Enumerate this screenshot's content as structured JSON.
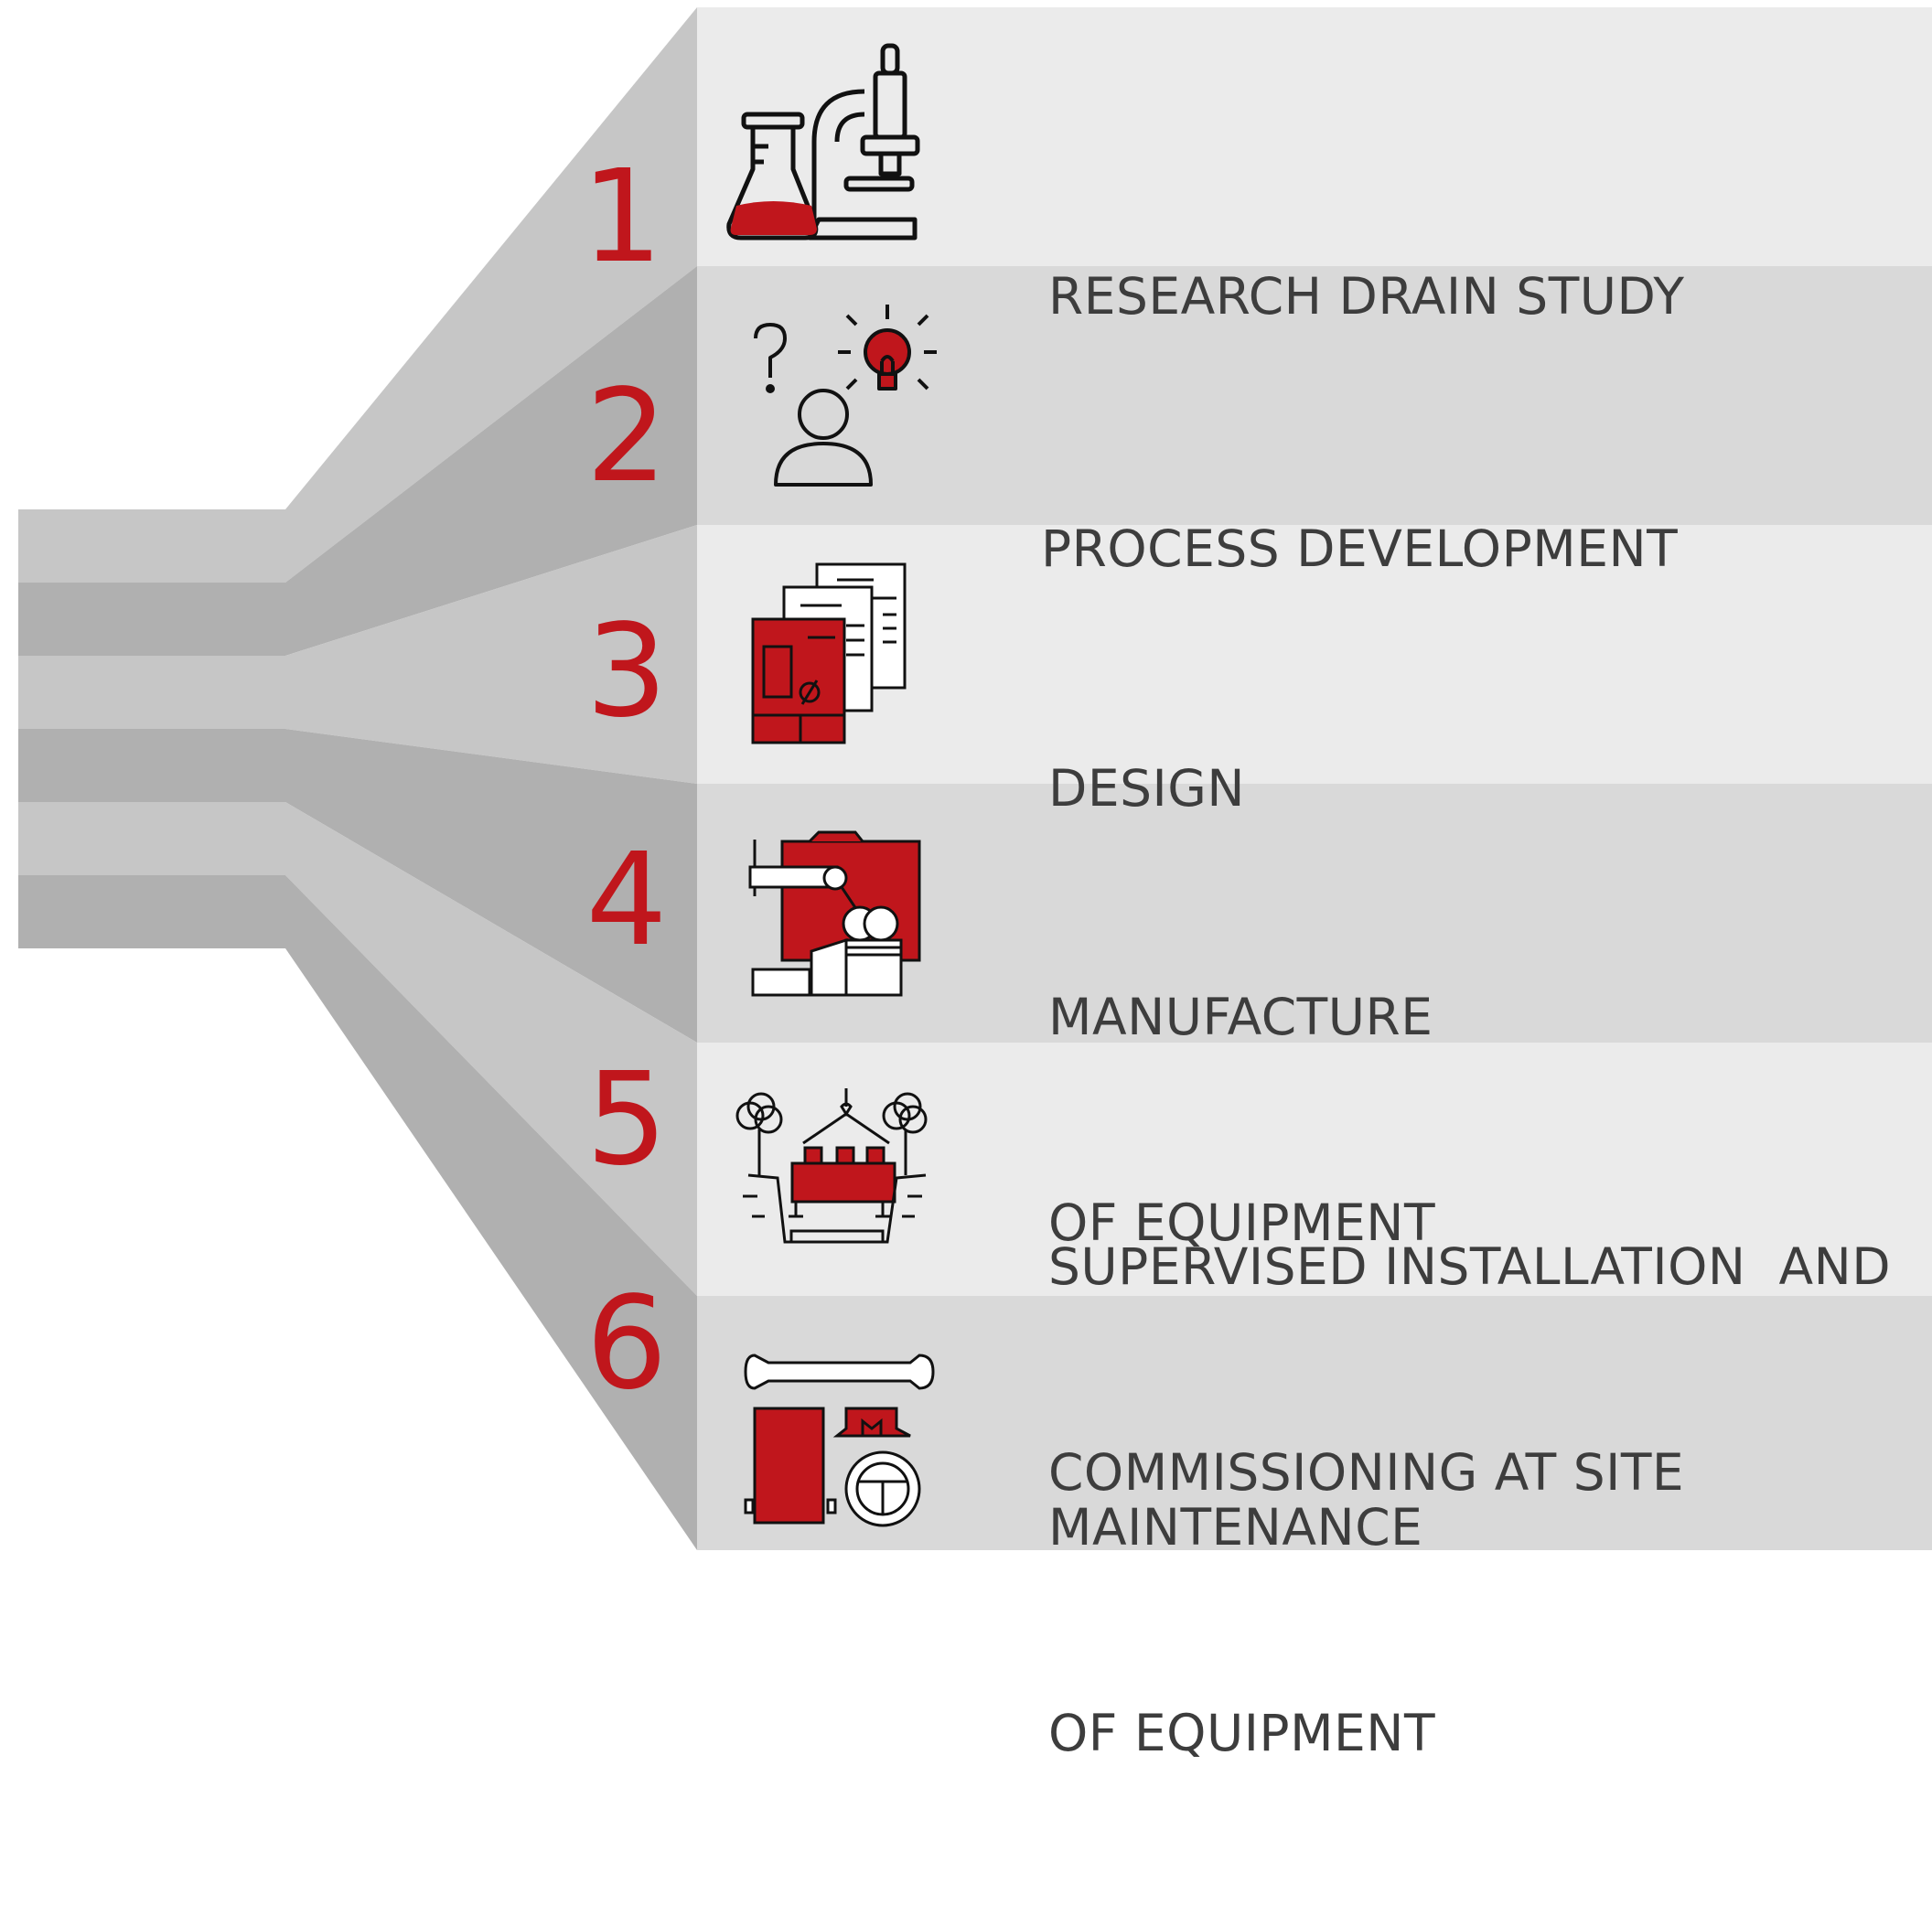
{
  "colors": {
    "accent_red": "#c0161c",
    "text_dark": "#3d3d3d",
    "band_light": "#ebebeb",
    "band_dark": "#d9d9d9",
    "funnel_light": "#c6c6c6",
    "funnel_dark": "#b0b0b0"
  },
  "steps": [
    {
      "number": "1",
      "lines": [
        "RESEARCH DRAIN STUDY"
      ],
      "icon": "lab-flask-microscope-icon"
    },
    {
      "number": "2",
      "lines": [
        "PROCESS DEVELOPMENT"
      ],
      "icon": "person-idea-lightbulb-icon"
    },
    {
      "number": "3",
      "lines": [
        "DESIGN"
      ],
      "icon": "design-documents-icon"
    },
    {
      "number": "4",
      "lines": [
        "MANUFACTURE",
        "OF EQUIPMENT"
      ],
      "icon": "robotic-manufacturing-icon"
    },
    {
      "number": "5",
      "lines": [
        "SUPERVISED INSTALLATION  AND",
        "COMMISSIONING AT SITE"
      ],
      "icon": "site-installation-crane-icon"
    },
    {
      "number": "6",
      "lines": [
        "MAINTENANCE",
        "OF EQUIPMENT"
      ],
      "icon": "wrench-maintenance-icon"
    }
  ]
}
